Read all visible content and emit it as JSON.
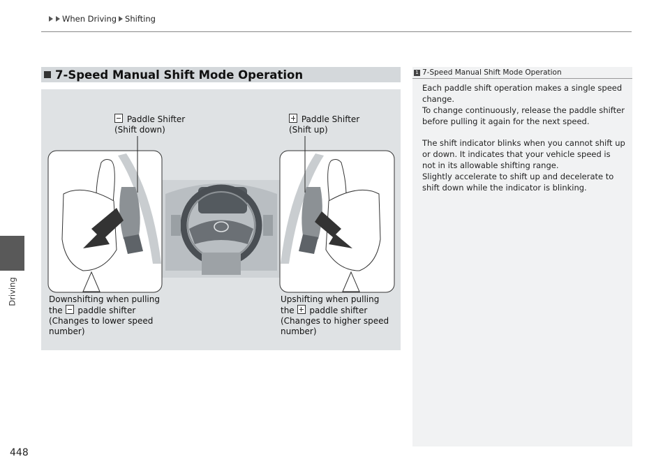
{
  "breadcrumb": {
    "section": "When Driving",
    "page": "Shifting"
  },
  "side_label": "Driving",
  "page_number": "448",
  "section": {
    "title": "7-Speed Manual Shift Mode Operation"
  },
  "figure": {
    "minus_callout_line1": "Paddle Shifter",
    "minus_callout_line2": "(Shift down)",
    "plus_callout_line1": "Paddle Shifter",
    "plus_callout_line2": "(Shift up)",
    "down_caption_1": "Downshifting when pulling",
    "down_caption_2a": "the",
    "down_caption_2b": "paddle shifter",
    "down_caption_3": "(Changes to lower speed",
    "down_caption_4": "number)",
    "up_caption_1": "Upshifting when pulling",
    "up_caption_2a": "the",
    "up_caption_2b": "paddle shifter",
    "up_caption_3": "(Changes to higher speed",
    "up_caption_4": "number)"
  },
  "note": {
    "number": "1",
    "title": "7-Speed Manual Shift Mode Operation",
    "para1": "Each paddle shift operation makes a single speed change.",
    "para2": "To change continuously, release the paddle shifter before pulling it again for the next speed.",
    "para3": "The shift indicator blinks when you cannot shift up or down. It indicates that your vehicle speed is not in its allowable shifting range.",
    "para4": "Slightly accelerate to shift up and decelerate to shift down while the indicator is blinking."
  }
}
